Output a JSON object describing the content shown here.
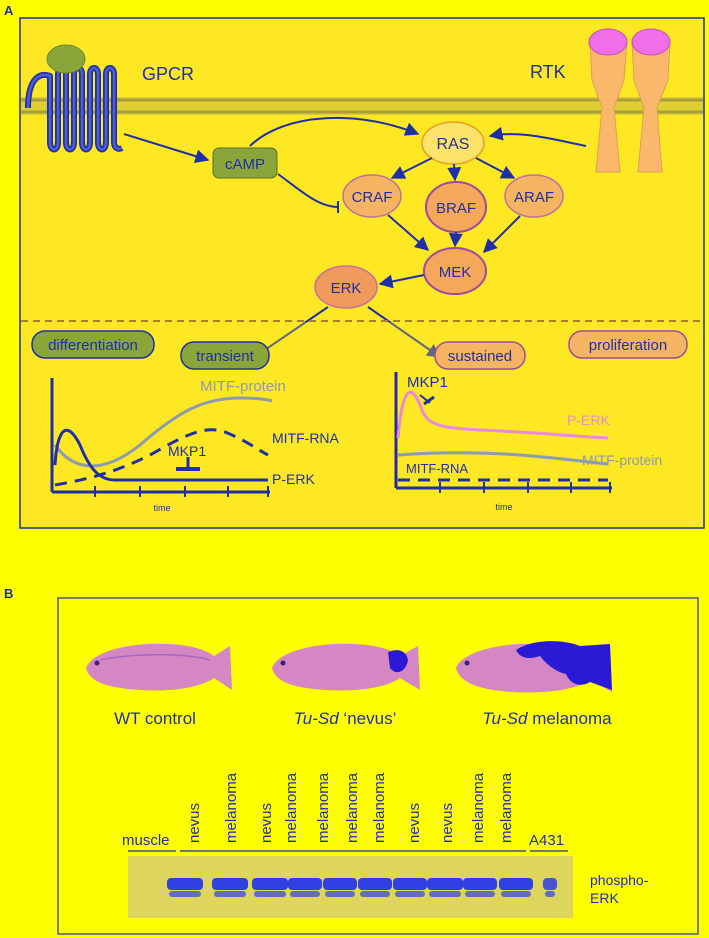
{
  "panel_a": {
    "letter": "A",
    "receptors": {
      "gpcr": "GPCR",
      "rtk": "RTK"
    },
    "nodes": {
      "camp": "cAMP",
      "ras": "RAS",
      "craf": "CRAF",
      "braf": "BRAF",
      "araf": "ARAF",
      "mek": "MEK",
      "erk": "ERK"
    },
    "outcomes": {
      "differentiation": "differentiation",
      "transient": "transient",
      "sustained": "sustained",
      "proliferation": "proliferation"
    },
    "graph_left": {
      "mitf_protein": "MITF-protein",
      "mitf_rna": "MITF-RNA",
      "mkp1": "MKP1",
      "perk": "P-ERK",
      "xlabel": "time"
    },
    "graph_right": {
      "mkp1": "MKP1",
      "perk": "P-ERK",
      "mitf_rna": "MITF-RNA",
      "mitf_protein": "MITF-protein",
      "xlabel": "time"
    },
    "colors": {
      "panel_fill": "#fee723",
      "arrow": "#1f2fa6",
      "green_node": "#8aa63a",
      "orange_node": "#f5b461",
      "membrane": "#bcb14a",
      "rtk": "#f9b86c",
      "rtk_top": "#f06fe8",
      "pink_curve": "#e98ad9",
      "gray_curve": "#8c9bb0"
    }
  },
  "panel_b": {
    "letter": "B",
    "fish_labels": [
      {
        "italic": "",
        "rest": "WT control"
      },
      {
        "italic": "Tu-Sd",
        "rest": " ‘nevus’"
      },
      {
        "italic": "Tu-Sd",
        "rest": " melanoma"
      }
    ],
    "lanes": [
      "nevus",
      "melanoma",
      "nevus",
      "melanoma",
      "melanoma",
      "melanoma",
      "melanoma",
      "nevus",
      "nevus",
      "melanoma",
      "melanoma"
    ],
    "muscle_label": "muscle",
    "a431_label": "A431",
    "blot_label_line1": "phospho-",
    "blot_label_line2": "ERK",
    "colors": {
      "fish_body": "#d07ad8",
      "pigment": "#2a1ad6",
      "blot_bg": "#ded65c",
      "band": "#2233ee"
    }
  }
}
